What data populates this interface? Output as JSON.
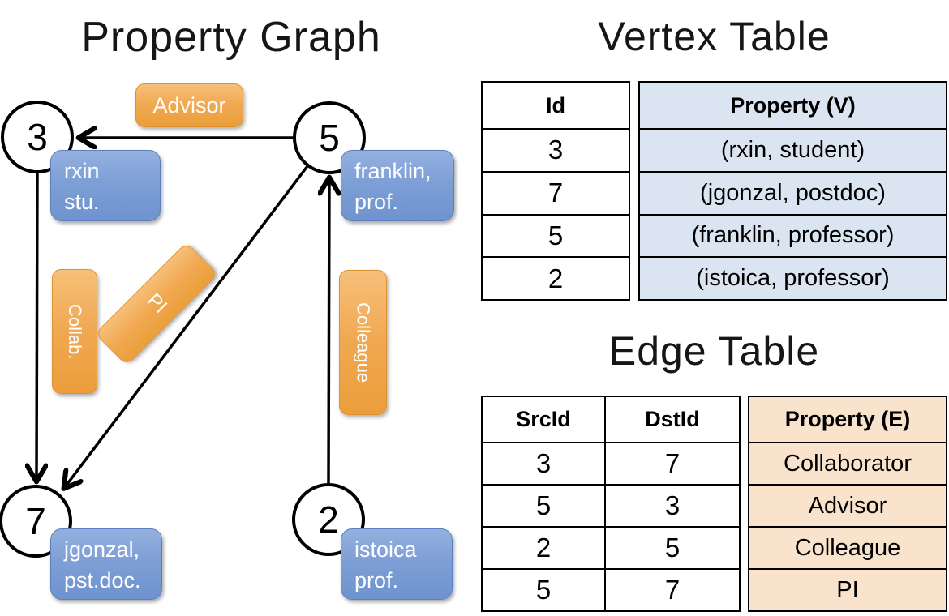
{
  "graph": {
    "title": "Property Graph",
    "nodes": [
      {
        "id": "3",
        "label_line1": "rxin",
        "label_line2": "stu."
      },
      {
        "id": "5",
        "label_line1": "franklin,",
        "label_line2": "prof."
      },
      {
        "id": "7",
        "label_line1": "jgonzal,",
        "label_line2": "pst.doc."
      },
      {
        "id": "2",
        "label_line1": "istoica",
        "label_line2": "prof."
      }
    ],
    "edges": [
      {
        "src": "5",
        "dst": "3",
        "label": "Advisor"
      },
      {
        "src": "3",
        "dst": "7",
        "label": "Collab."
      },
      {
        "src": "5",
        "dst": "7",
        "label": "PI"
      },
      {
        "src": "2",
        "dst": "5",
        "label": "Colleague"
      }
    ]
  },
  "vertex_table": {
    "title": "Vertex Table",
    "columns": {
      "id": "Id",
      "property": "Property (V)"
    },
    "rows": [
      {
        "id": "3",
        "property": "(rxin, student)"
      },
      {
        "id": "7",
        "property": "(jgonzal, postdoc)"
      },
      {
        "id": "5",
        "property": "(franklin, professor)"
      },
      {
        "id": "2",
        "property": "(istoica, professor)"
      }
    ]
  },
  "edge_table": {
    "title": "Edge Table",
    "columns": {
      "src": "SrcId",
      "dst": "DstId",
      "property": "Property (E)"
    },
    "rows": [
      {
        "src": "3",
        "dst": "7",
        "property": "Collaborator"
      },
      {
        "src": "5",
        "dst": "3",
        "property": "Advisor"
      },
      {
        "src": "2",
        "dst": "5",
        "property": "Colleague"
      },
      {
        "src": "5",
        "dst": "7",
        "property": "PI"
      }
    ]
  },
  "colors": {
    "edge_label_orange": "#f0a64a",
    "vertex_label_blue": "#7d9ed6",
    "vertex_property_cell": "#dbe5f2",
    "edge_property_cell": "#fae3cd",
    "line_black": "#000000"
  }
}
